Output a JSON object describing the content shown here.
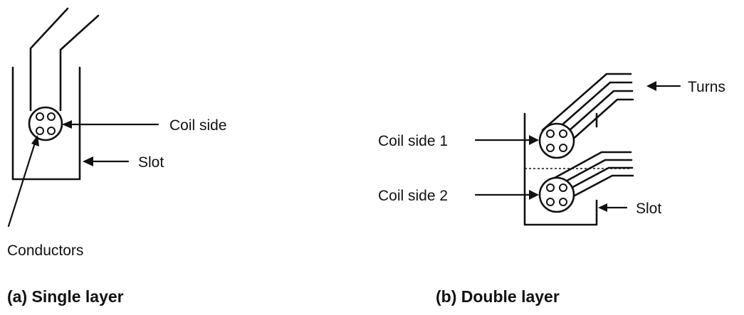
{
  "single_layer": {
    "caption": "(a) Single layer",
    "labels": {
      "coil_side": "Coil side",
      "slot": "Slot",
      "conductors": "Conductors"
    }
  },
  "double_layer": {
    "caption": "(b) Double layer",
    "labels": {
      "turns": "Turns",
      "coil_side_1": "Coil side 1",
      "coil_side_2": "Coil side 2",
      "slot": "Slot"
    }
  }
}
